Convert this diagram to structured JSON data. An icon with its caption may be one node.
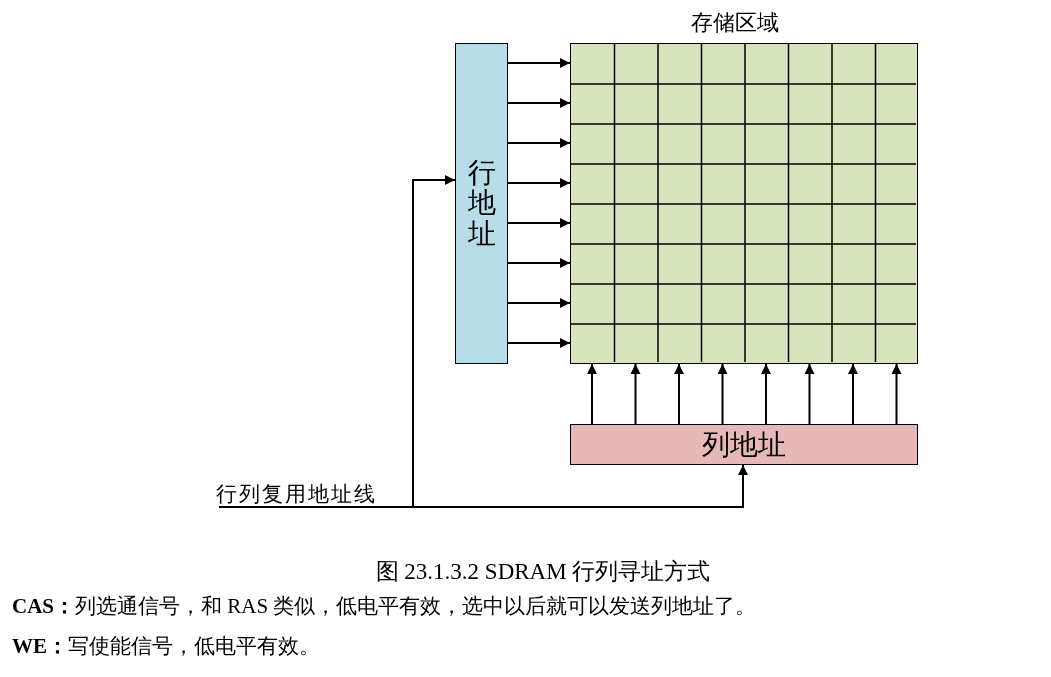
{
  "diagram": {
    "caption": "图 23.1.3.2 SDRAM 行列寻址方式",
    "nodes": [
      {
        "text": [
          "行地址"
        ]
      },
      {
        "text": [
          "存储区域"
        ]
      },
      {
        "text": [
          "列地址"
        ]
      },
      {
        "text": [
          "行列复用地址线"
        ]
      }
    ],
    "edges": [
      {
        "from": 0,
        "to": 1,
        "arrow": "to"
      },
      {
        "from": 0,
        "to": 1,
        "arrow": "to"
      },
      {
        "from": 0,
        "to": 1,
        "arrow": "to"
      },
      {
        "from": 0,
        "to": 1,
        "arrow": "to"
      },
      {
        "from": 0,
        "to": 1,
        "arrow": "to"
      },
      {
        "from": 0,
        "to": 1,
        "arrow": "to"
      },
      {
        "from": 0,
        "to": 1,
        "arrow": "to"
      },
      {
        "from": 0,
        "to": 1,
        "arrow": "to"
      },
      {
        "from": 2,
        "to": 1,
        "arrow": "to"
      },
      {
        "from": 2,
        "to": 1,
        "arrow": "to"
      },
      {
        "from": 2,
        "to": 1,
        "arrow": "to"
      },
      {
        "from": 2,
        "to": 1,
        "arrow": "to"
      },
      {
        "from": 2,
        "to": 1,
        "arrow": "to"
      },
      {
        "from": 2,
        "to": 1,
        "arrow": "to"
      },
      {
        "from": 2,
        "to": 1,
        "arrow": "to"
      },
      {
        "from": 2,
        "to": 1,
        "arrow": "to"
      },
      {
        "from": 3,
        "to": 0,
        "arrow": "to"
      },
      {
        "from": 3,
        "to": 2,
        "arrow": "to"
      }
    ],
    "labels": [
      "**CAS：**列选通信号，和 RAS 类似，低电平有效，选中以后就可以发送列地址了。",
      "**WE：**写使能信号，低电平有效。"
    ]
  }
}
